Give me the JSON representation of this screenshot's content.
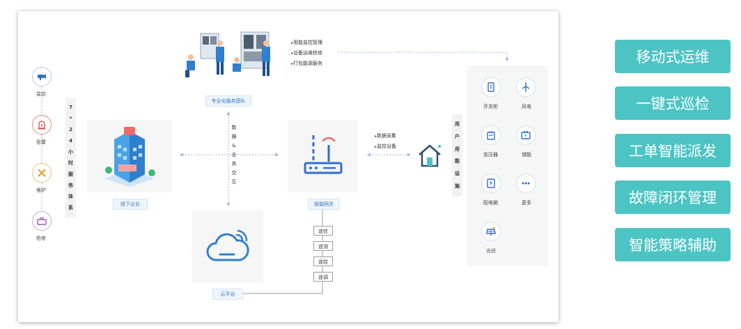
{
  "left_items": [
    {
      "label": "监控",
      "icon": "camera-icon"
    },
    {
      "label": "告警",
      "icon": "alarm-icon"
    },
    {
      "label": "维护",
      "icon": "wrench-icon"
    },
    {
      "label": "抢修",
      "icon": "toolbox-icon"
    }
  ],
  "service_hours": [
    "7",
    "*",
    "2",
    "4",
    "小",
    "时",
    "服",
    "务",
    "体",
    "系"
  ],
  "team": {
    "label": "专业化服务团队",
    "bullets": [
      "用能监控管理",
      "设备运维抢修",
      "打包能源服务"
    ]
  },
  "enterprise_label": "线下企业",
  "data_exchange": [
    "数",
    "据",
    "&",
    "业",
    "务",
    "交",
    "互"
  ],
  "gateway": {
    "label": "智能网关",
    "bullets": [
      "数据采集",
      "监控设备"
    ]
  },
  "cloud_label": "云平台",
  "remote_steps": [
    "遥信",
    "遥测",
    "遥控",
    "遥调"
  ],
  "user_facilities": [
    "用",
    "户",
    "用",
    "能",
    "设",
    "施"
  ],
  "devices": [
    {
      "label": "开关柜",
      "icon": "switchgear-icon"
    },
    {
      "label": "风电",
      "icon": "wind-turbine-icon"
    },
    {
      "label": "变压器",
      "icon": "transformer-icon"
    },
    {
      "label": "储能",
      "icon": "battery-icon"
    },
    {
      "label": "配电箱",
      "icon": "distribution-box-icon"
    },
    {
      "label": "更多",
      "icon": "more-icon"
    },
    {
      "label": "光伏",
      "icon": "solar-panel-icon"
    }
  ],
  "features": [
    "移动式运维",
    "一键式巡检",
    "工单智能派发",
    "故障闭环管理",
    "智能策略辅助"
  ],
  "colors": {
    "accent_teal": "#4bc4c3",
    "primary_blue": "#2f6fd0"
  }
}
